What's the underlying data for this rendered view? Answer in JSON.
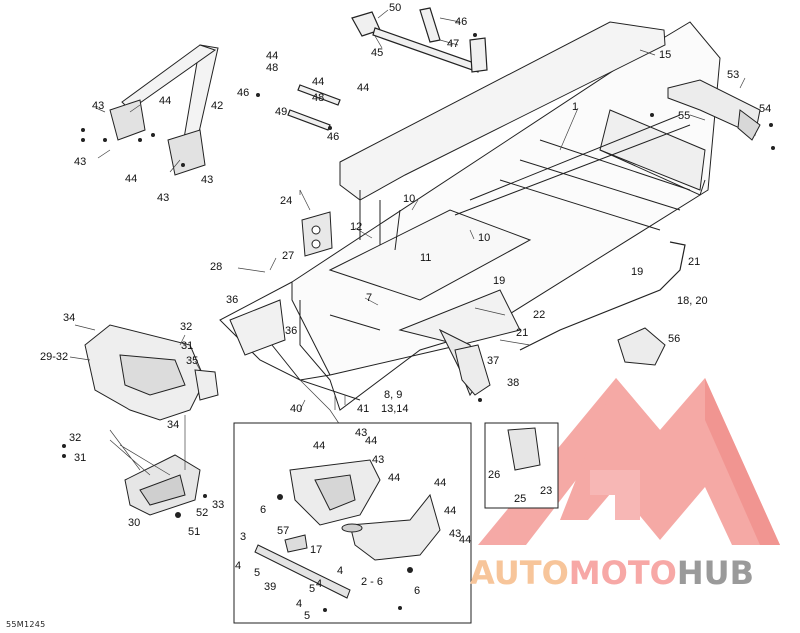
{
  "figure_code": "55M1245",
  "watermark": {
    "auto": "AUTO",
    "moto": "MOTO",
    "hub": "HUB",
    "logo": "triangle-m-logo"
  },
  "callouts": {
    "c50": "50",
    "c46a": "46",
    "c47": "47",
    "c45": "45",
    "c15": "15",
    "c44a": "44",
    "c48a": "48",
    "c44b": "44",
    "c46b": "46",
    "c44c": "44",
    "c48b": "48",
    "c49": "49",
    "c46c": "46",
    "c42": "42",
    "c43a": "43",
    "c44d": "44",
    "c43b": "43",
    "c44e": "44",
    "c43c": "43",
    "c43d": "43",
    "c53": "53",
    "c54": "54",
    "c55": "55",
    "c1": "1",
    "c24": "24",
    "c12": "12",
    "c10a": "10",
    "c10b": "10",
    "c11": "11",
    "c28": "28",
    "c27": "27",
    "c21a": "21",
    "c19a": "19",
    "c19b": "19",
    "c18_20": "18, 20",
    "c36a": "36",
    "c7": "7",
    "c22": "22",
    "c21b": "21",
    "c34a": "34",
    "c32a": "32",
    "c31a": "31",
    "c29_32": "29-32",
    "c35": "35",
    "c36b": "36",
    "c56": "56",
    "c37": "37",
    "c38": "38",
    "c8_9": "8, 9",
    "c40": "40",
    "c41": "41",
    "c13_14": "13,14",
    "c32b": "32",
    "c31b": "31",
    "c34b": "34",
    "c44f": "44",
    "c43e": "43",
    "c44g": "44",
    "c43f": "43",
    "c44h": "44",
    "c44i": "44",
    "c6a": "6",
    "c44j": "44",
    "c43g": "43",
    "c44k": "44",
    "c26": "26",
    "c23": "23",
    "c25": "25",
    "c33": "33",
    "c52": "52",
    "c30": "30",
    "c51": "51",
    "c3": "3",
    "c57": "57",
    "c17": "17",
    "c4a": "4",
    "c5a": "5",
    "c4b": "4",
    "c39": "39",
    "c4c": "4",
    "c5b": "5",
    "c2_6": "2 - 6",
    "c6b": "6",
    "c4d": "4",
    "c5c": "5"
  }
}
